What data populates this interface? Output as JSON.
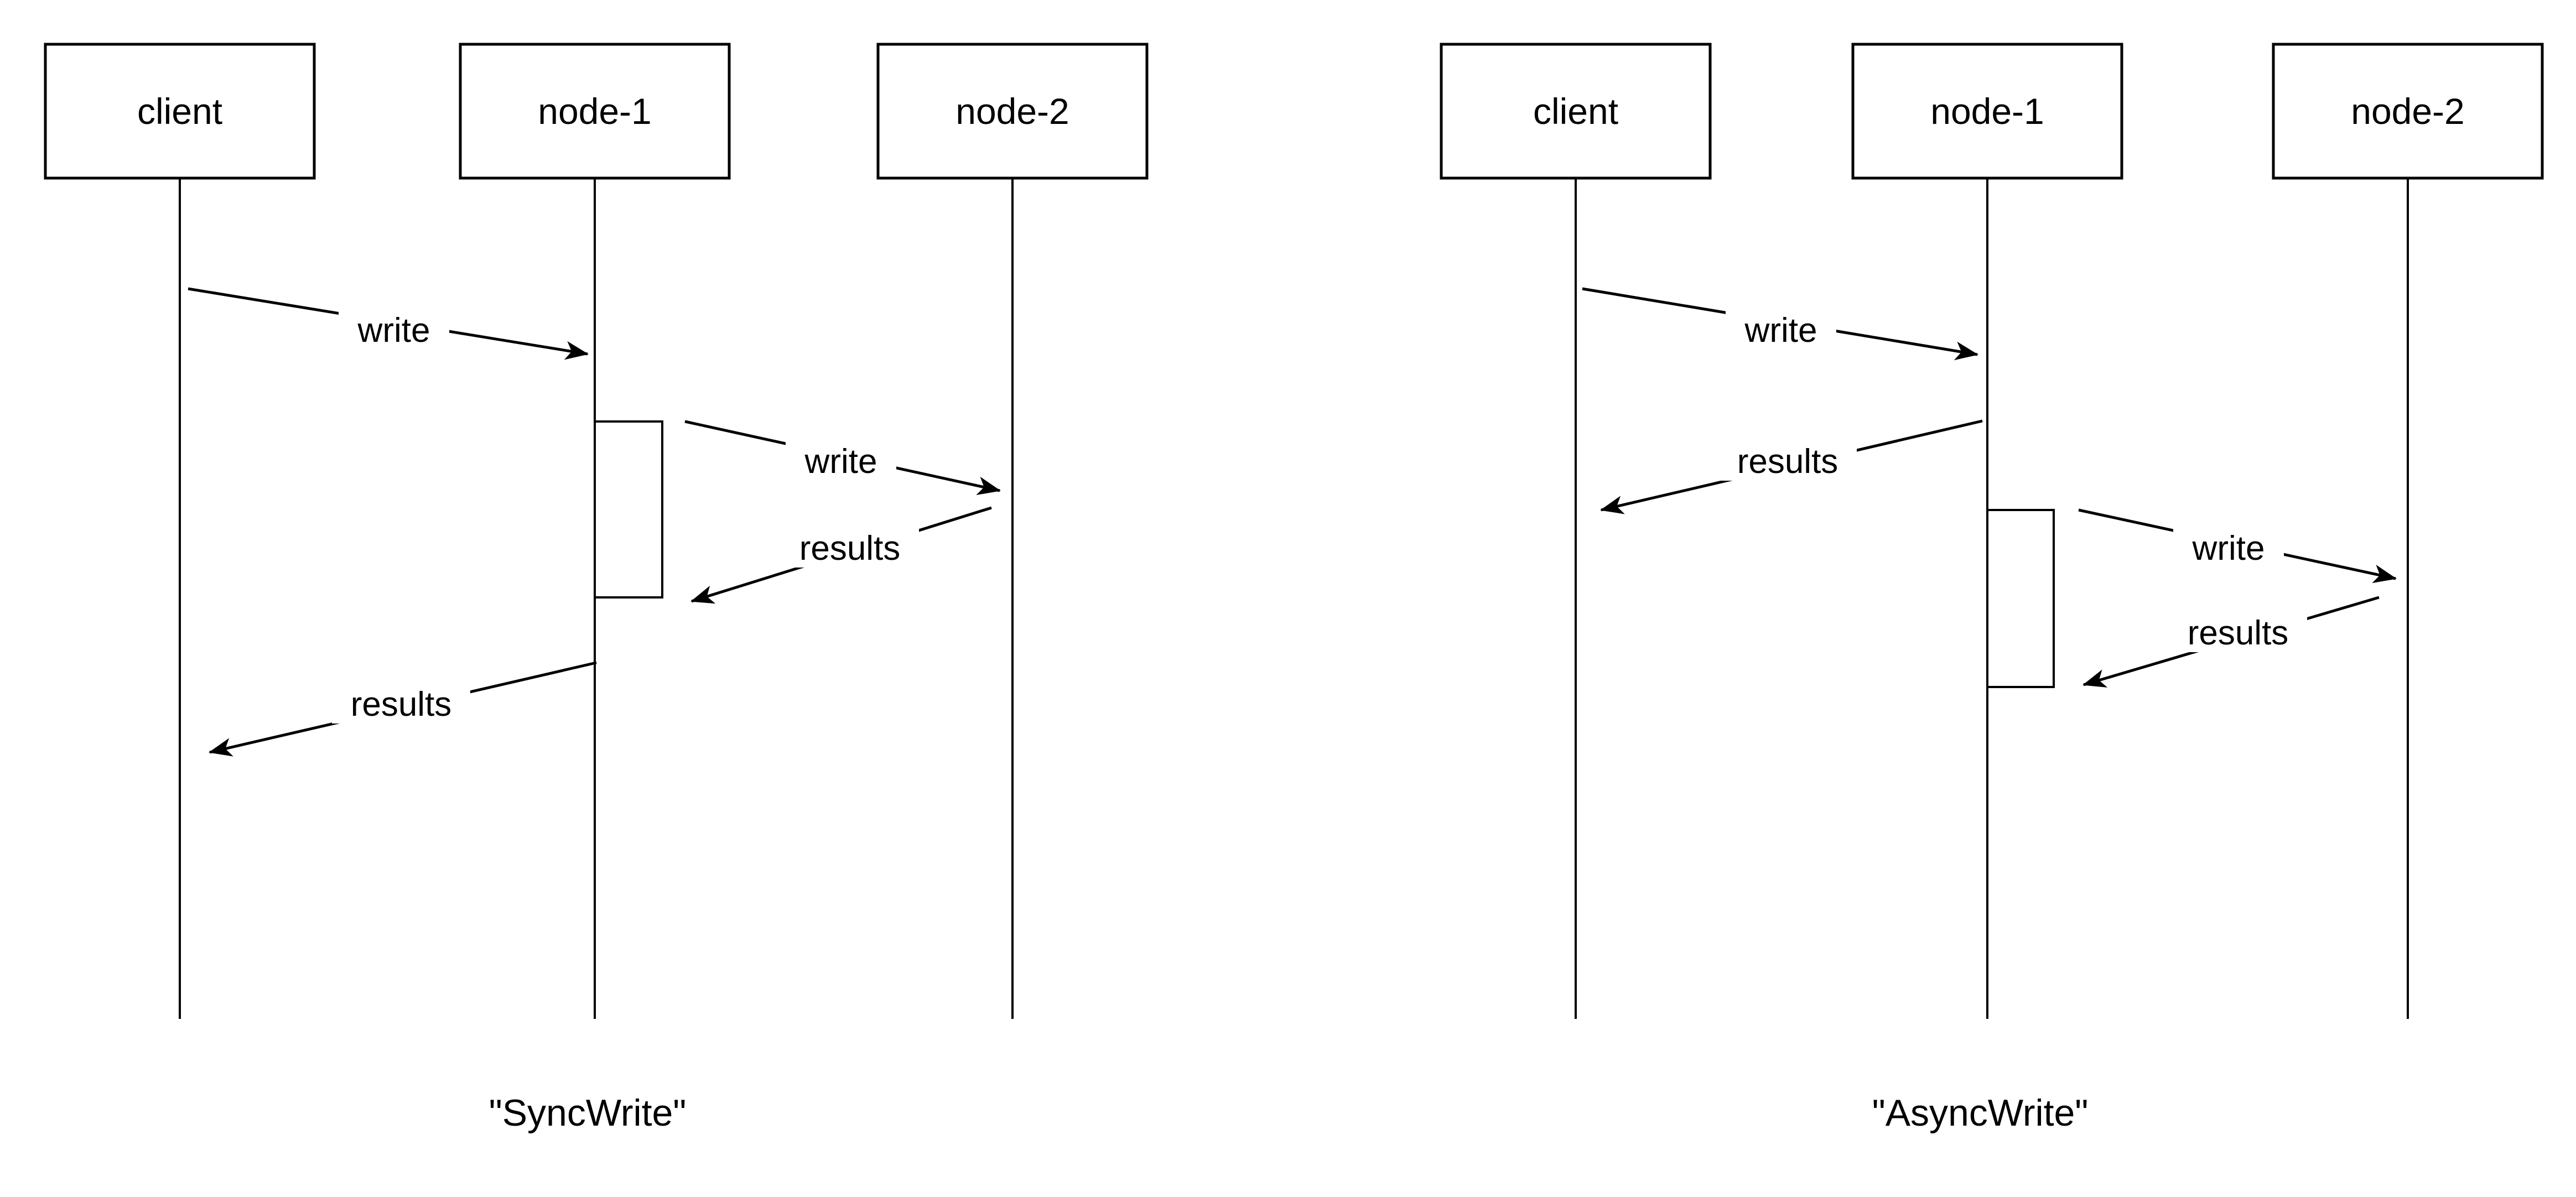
{
  "background": "#ffffff",
  "stroke_color": "#000000",
  "diagrams": [
    {
      "caption": "\"SyncWrite\"",
      "lifelines": [
        {
          "label": "client"
        },
        {
          "label": "node-1"
        },
        {
          "label": "node-2"
        }
      ],
      "messages": [
        {
          "label": "write",
          "from": "client",
          "to": "node-1"
        },
        {
          "label": "write",
          "from": "node-1",
          "to": "node-2"
        },
        {
          "label": "results",
          "from": "node-2",
          "to": "node-1"
        },
        {
          "label": "results",
          "from": "node-1",
          "to": "client"
        }
      ]
    },
    {
      "caption": "\"AsyncWrite\"",
      "lifelines": [
        {
          "label": "client"
        },
        {
          "label": "node-1"
        },
        {
          "label": "node-2"
        }
      ],
      "messages": [
        {
          "label": "write",
          "from": "client",
          "to": "node-1"
        },
        {
          "label": "results",
          "from": "node-1",
          "to": "client"
        },
        {
          "label": "write",
          "from": "node-1",
          "to": "node-2"
        },
        {
          "label": "results",
          "from": "node-2",
          "to": "node-1"
        }
      ]
    }
  ]
}
